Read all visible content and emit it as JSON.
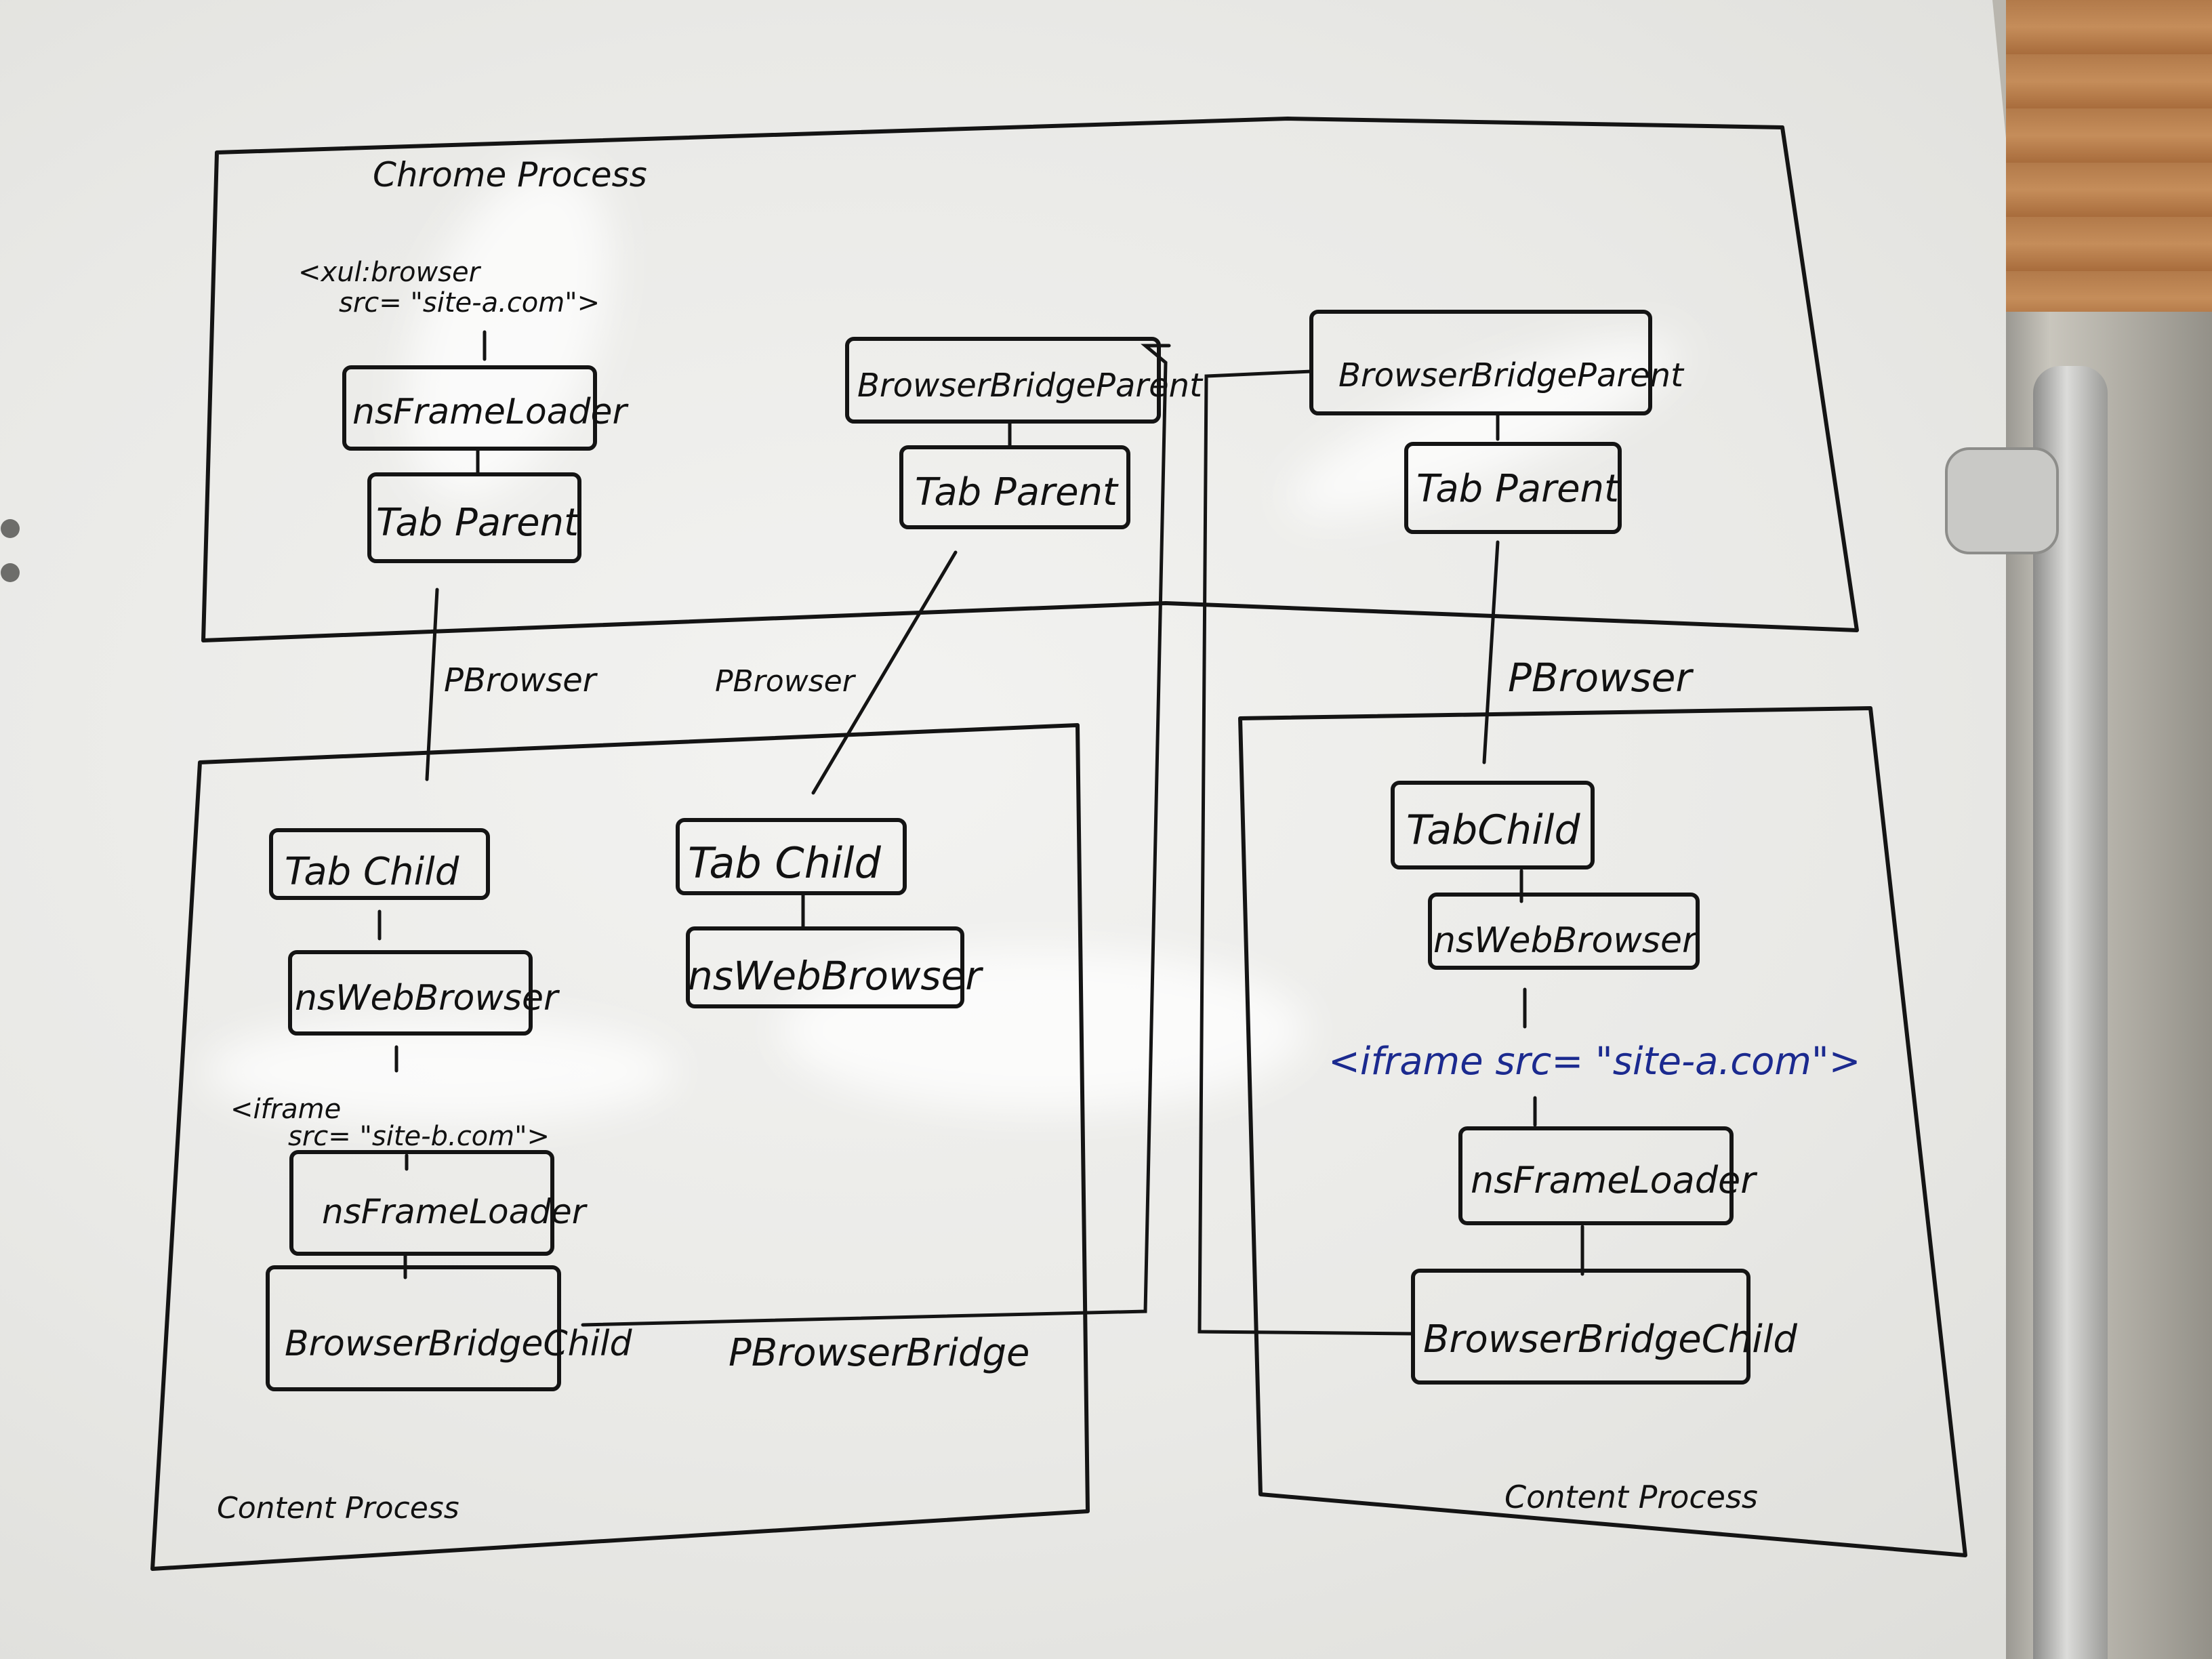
{
  "regions": {
    "chrome_process": "Chrome Process",
    "content_process_left": "Content Process",
    "content_process_right": "Content Process"
  },
  "chrome": {
    "xul_browser_line1": "<xul:browser",
    "xul_browser_line2": "src= \"site-a.com\">",
    "ns_frame_loader": "nsFrameLoader",
    "tab_parent_left": "Tab Parent",
    "browser_bridge_parent_mid": "BrowserBridgeParent",
    "tab_parent_mid": "Tab Parent",
    "browser_bridge_parent_right": "BrowserBridgeParent",
    "tab_parent_right": "Tab Parent"
  },
  "protocols": {
    "pbrowser_left": "PBrowser",
    "pbrowser_mid": "PBrowser",
    "pbrowser_right": "PBrowser",
    "pbrowser_bridge": "PBrowserBridge"
  },
  "content_left": {
    "tab_child_a": "Tab Child",
    "ns_web_browser_a": "nsWebBrowser",
    "iframe_line1": "<iframe",
    "iframe_line2": "src= \"site-b.com\">",
    "ns_frame_loader": "nsFrameLoader",
    "browser_bridge_child": "BrowserBridgeChild",
    "tab_child_b": "Tab Child",
    "ns_web_browser_b": "nsWebBrowser"
  },
  "content_right": {
    "tab_child": "TabChild",
    "ns_web_browser": "nsWebBrowser",
    "iframe": "<iframe src= \"site-a.com\">",
    "ns_frame_loader": "nsFrameLoader",
    "browser_bridge_child": "BrowserBridgeChild"
  }
}
